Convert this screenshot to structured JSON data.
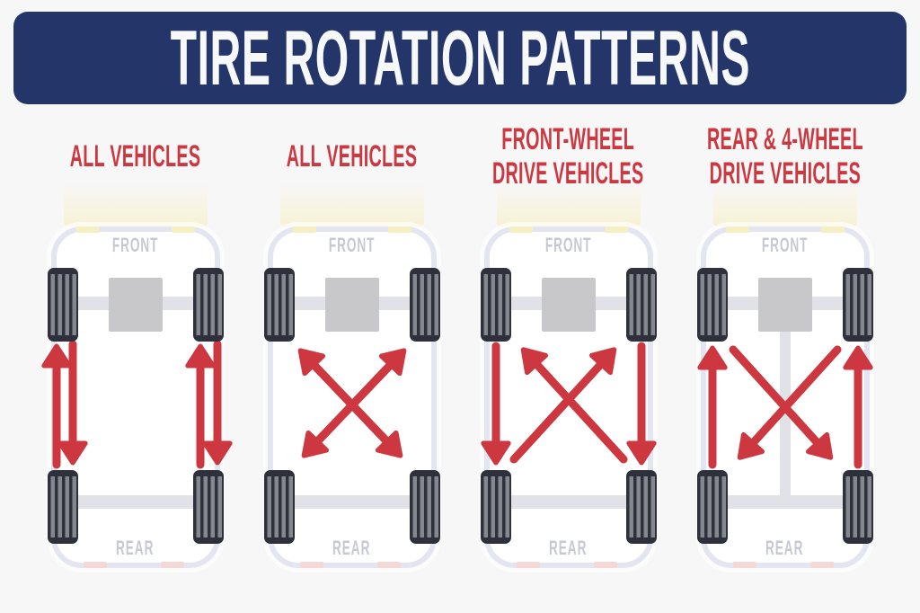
{
  "title": "TIRE ROTATION PATTERNS",
  "columns": [
    {
      "label_lines": [
        "ALL VEHICLES"
      ],
      "pattern": "same-side-front-to-back"
    },
    {
      "label_lines": [
        "ALL VEHICLES"
      ],
      "pattern": "x-cross-all-four"
    },
    {
      "label_lines": [
        "FRONT-WHEEL",
        "DRIVE VEHICLES"
      ],
      "pattern": "fronts-straight-back-rears-cross-forward"
    },
    {
      "label_lines": [
        "REAR & 4-WHEEL",
        "DRIVE VEHICLES"
      ],
      "pattern": "rears-straight-forward-fronts-cross-back"
    }
  ],
  "car": {
    "front_label": "FRONT",
    "rear_label": "REAR"
  },
  "colors": {
    "background": "#f7f7f8",
    "navy": "#24356a",
    "red": "#cc3740",
    "body-border": "#e3e6f0",
    "tire": "#2e313b",
    "tire-stripe": "#85878e",
    "axle": "#e0e2e7",
    "engine": "#c8c8ca",
    "label-gray": "#c6c9d2",
    "headlight": "#f6efc4",
    "taillight": "#f5d8d5",
    "title-text": "#f7f8f9"
  }
}
